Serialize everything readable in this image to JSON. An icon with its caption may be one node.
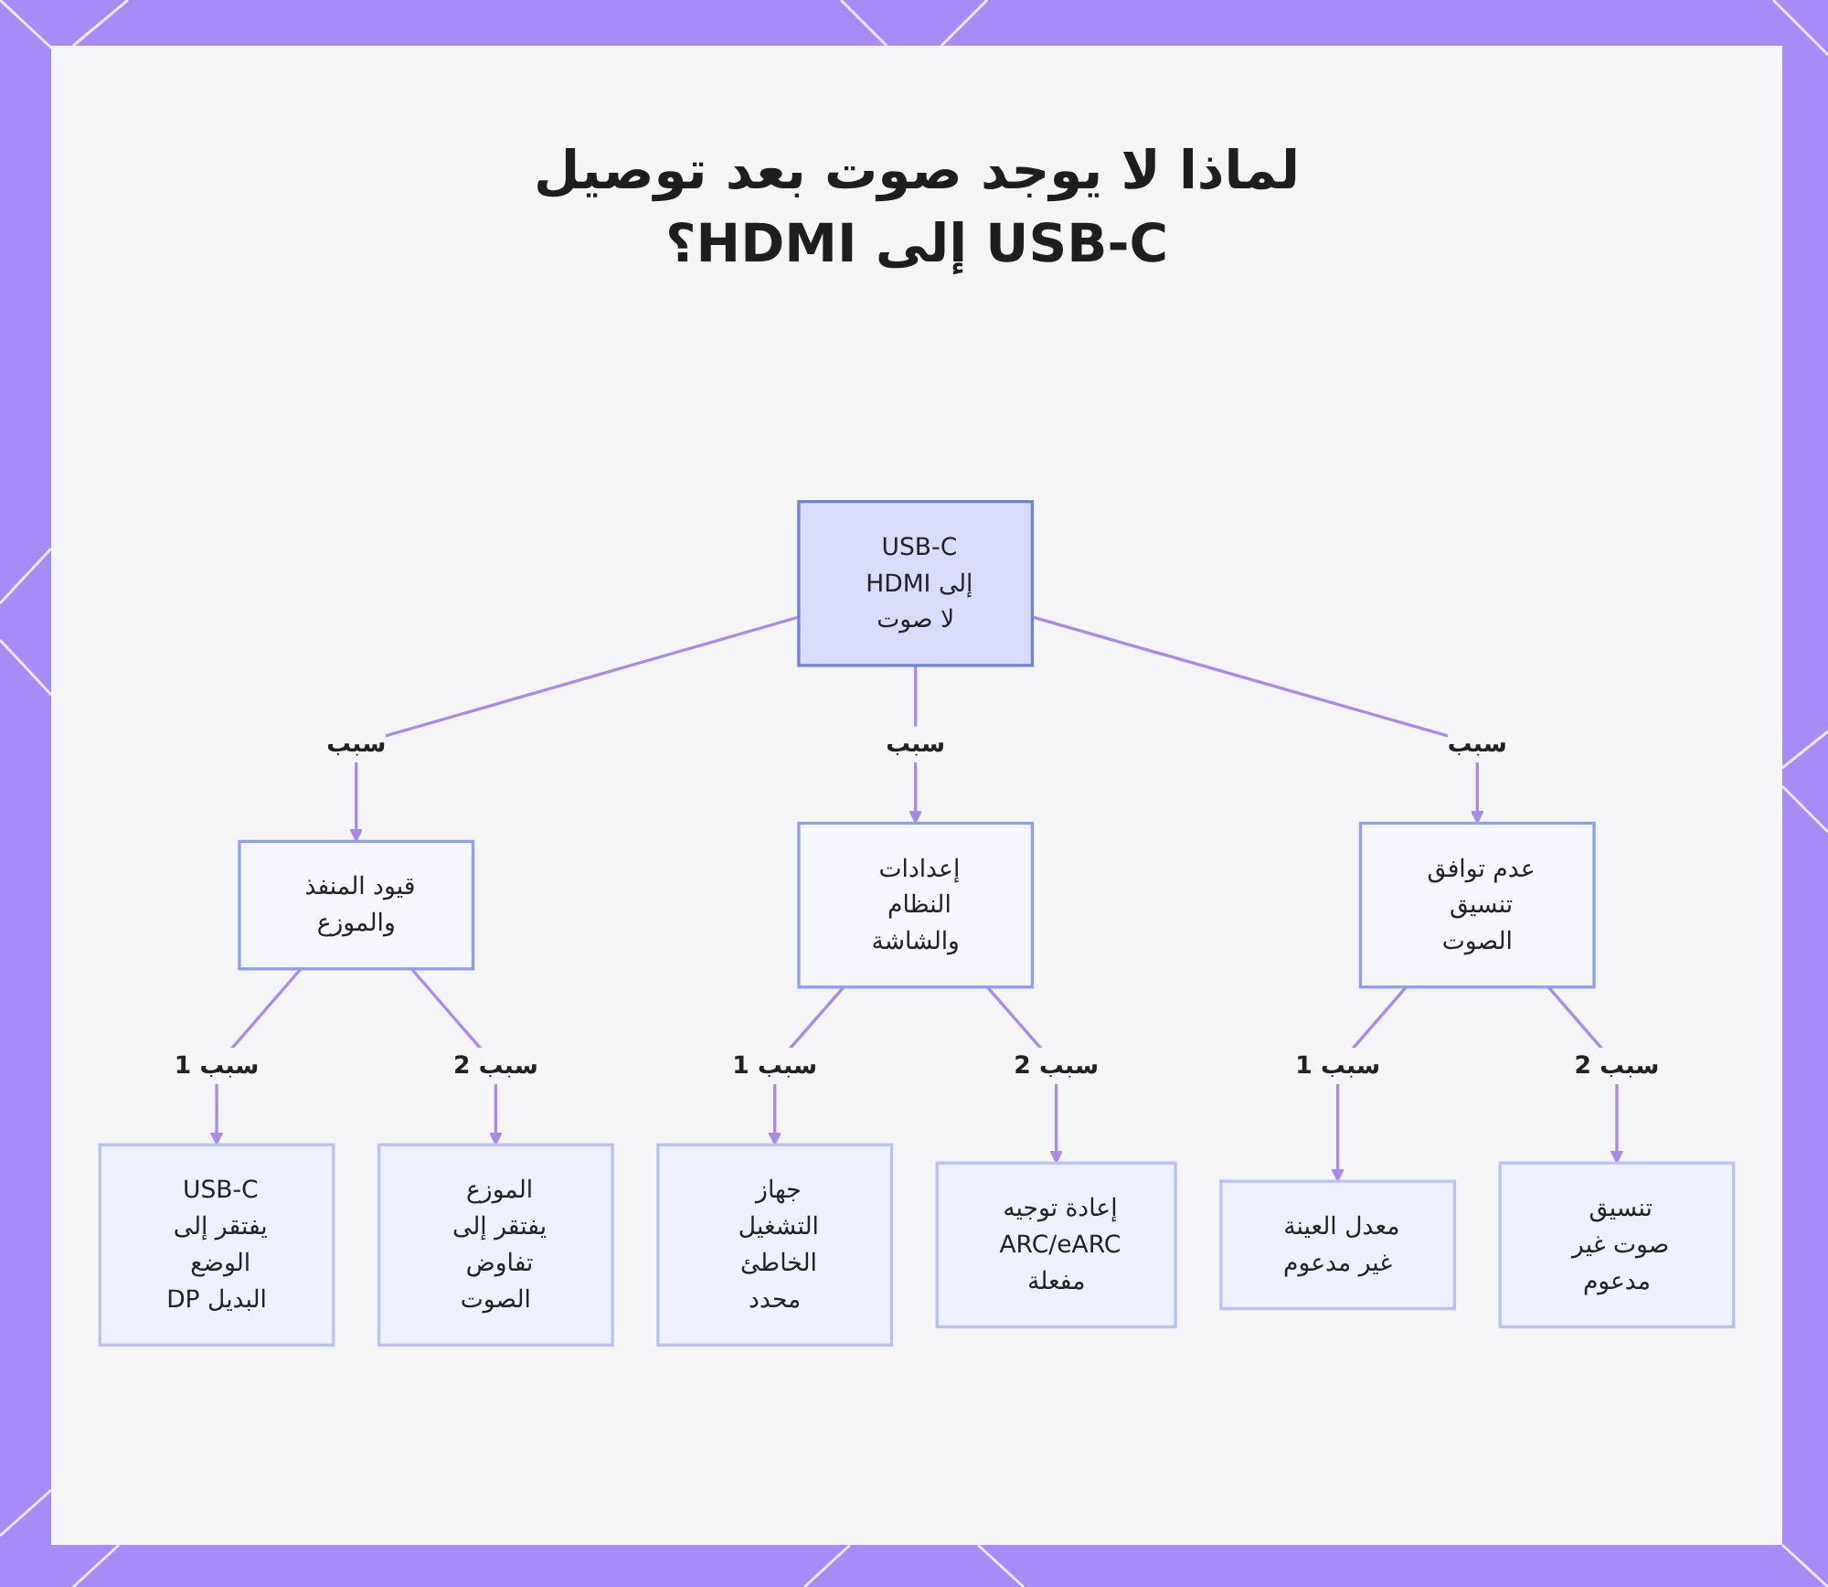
{
  "diagram": {
    "title": "لماذا لا يوجد صوت بعد توصيل USB-C إلى HDMI؟",
    "nodes": [
      {
        "text": [
          "USB-C إلى HDMI لا صوت"
        ]
      },
      {
        "text": [
          "قيود المنفذ والموزع"
        ]
      },
      {
        "text": [
          "إعدادات النظام والشاشة"
        ]
      },
      {
        "text": [
          "عدم توافق تنسيق الصوت"
        ]
      },
      {
        "text": [
          "USB-C يفتقر إلى الوضع البديل DP"
        ]
      },
      {
        "text": [
          "الموزع يفتقر إلى تفاوض الصوت"
        ]
      },
      {
        "text": [
          "جهاز التشغيل الخاطئ محدد"
        ]
      },
      {
        "text": [
          "إعادة توجيه ARC/eARC مفعلة"
        ]
      },
      {
        "text": [
          "معدل العينة غير مدعوم"
        ]
      },
      {
        "text": [
          "تنسيق صوت غير مدعوم"
        ]
      }
    ],
    "edges": [
      {
        "from": 0,
        "to": 1,
        "arrow": "to",
        "label": "سبب"
      },
      {
        "from": 0,
        "to": 2,
        "arrow": "to",
        "label": "سبب"
      },
      {
        "from": 0,
        "to": 3,
        "arrow": "to",
        "label": "سبب"
      },
      {
        "from": 1,
        "to": 4,
        "arrow": "to",
        "label": "سبب 1"
      },
      {
        "from": 1,
        "to": 5,
        "arrow": "to",
        "label": "سبب 2"
      },
      {
        "from": 2,
        "to": 6,
        "arrow": "to",
        "label": "سبب 1"
      },
      {
        "from": 2,
        "to": 7,
        "arrow": "to",
        "label": "سبب 2"
      },
      {
        "from": 3,
        "to": 8,
        "arrow": "to",
        "label": "سبب 1"
      },
      {
        "from": 3,
        "to": 9,
        "arrow": "to",
        "label": "سبب 2"
      }
    ]
  }
}
